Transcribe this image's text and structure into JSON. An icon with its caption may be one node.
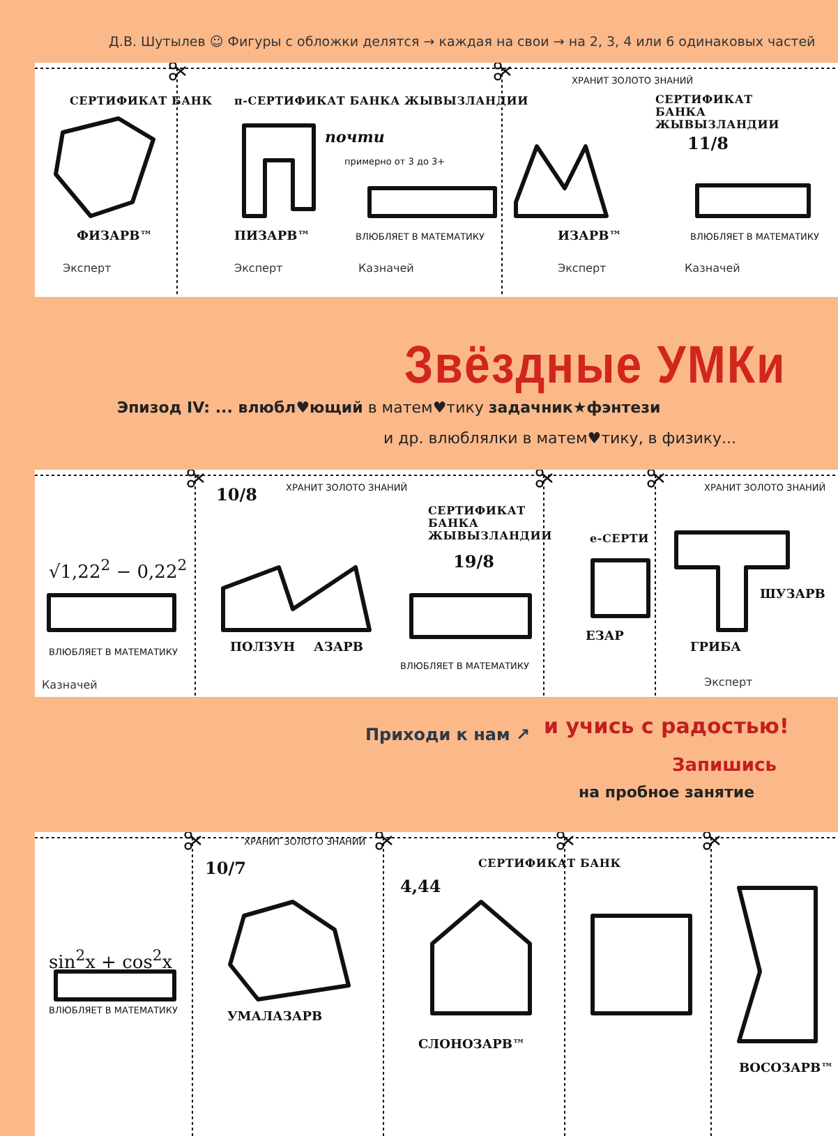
{
  "diagram": {
    "title": "Звёздные УМКи",
    "labels": [
      "Д.В. Шутылев ☺ Фигуры с обложки делятся → каждая на свои → на 2, 3, 4 или 6 одинаковых частей",
      "СЕРТИФИКАТ БАНК",
      "ФИЗАРВ™",
      "Эксперт",
      "π-СЕРТИФИКАТ БАНКА ЖЫВЫЗЛАНДИИ",
      "почти",
      "примерно от 3 до 3+",
      "ПИЗАРВ™",
      "ВЛЮБЛЯЕТ В МАТЕМАТИКУ",
      "Эксперт",
      "Казначей",
      "ХРАНИТ ЗОЛОТО ЗНАНИЙ",
      "СЕРТИФИКАТ БАНКА ЖЫВЫЗЛАНДИИ",
      "11/8",
      "ИЗАРВ™",
      "ВЛЮБЛЯЕТ В МАТЕМАТИКУ",
      "Эксперт",
      "Казначей",
      "**Эпизод IV: ... влюбл♥ющий** в матем♥тику **задачник★фэнтези**",
      "и др. влюблялки в матем♥тику, в физику...",
      "√1,22$^{2}$ − 0,22$^{2}$",
      "ВЛЮБЛЯЕТ В МАТЕМАТИКУ",
      "Казначей",
      "10/8",
      "ХРАНИТ ЗОЛОТО ЗНАНИЙ",
      "СЕРТИФИКАТ БАНКА ЖЫВЫЗЛАНДИИ",
      "ПОЛЗУН",
      "АЗАРВ",
      "19/8",
      "ВЛЮБЛЯЕТ В МАТЕМАТИКУ",
      "e-СЕРТИ",
      "ЕЗАР",
      "ХРАНИТ ЗОЛОТО ЗНАНИЙ",
      "ШУЗАРВ",
      "ГРИБА",
      "Эксперт",
      "Приходи к нам ↗",
      "и учись с радостью!",
      "Запишись",
      "на пробное занятие",
      "sin$^{2}$x + cos$^{2}$x",
      "ВЛЮБЛЯЕТ В МАТЕМАТИКУ",
      "ХРАНИТ ЗОЛОТО ЗНАНИЙ",
      "10/7",
      "УМАЛАЗАРВ",
      "4,44",
      "СЕРТИФИКАТ БАНК",
      "СЛОНОЗАРВ™",
      "ВОСОЗАРВ™"
    ]
  }
}
